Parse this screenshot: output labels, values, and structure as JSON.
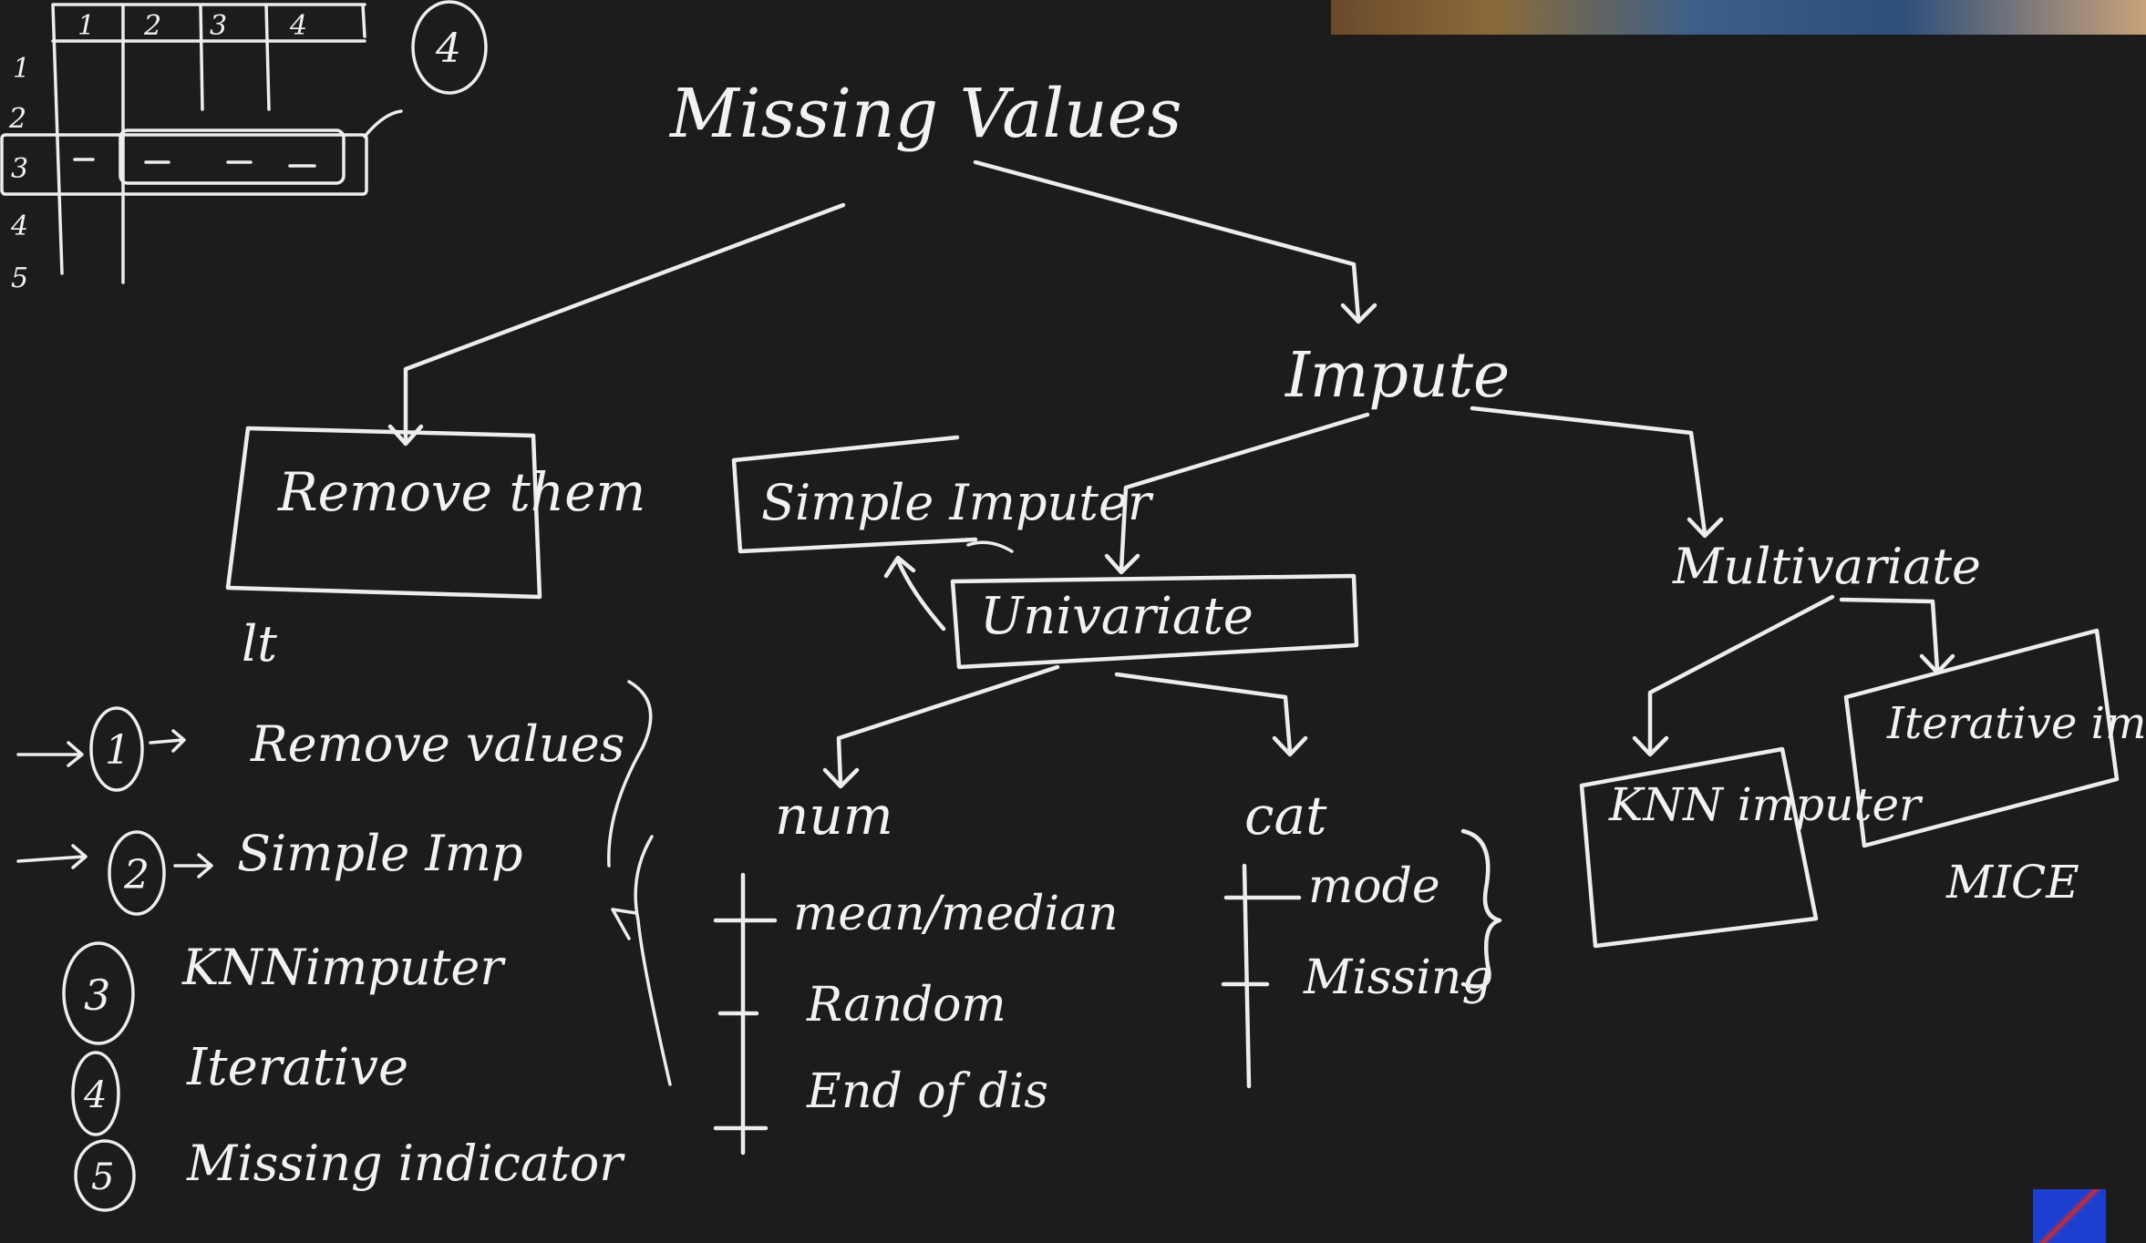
{
  "title": "Missing Values",
  "grid": {
    "col_labels": [
      "1",
      "2",
      "3",
      "4"
    ],
    "row_labels": [
      "1",
      "2",
      "3",
      "4",
      "5"
    ],
    "circled": "4"
  },
  "nodes": {
    "remove": "Remove them",
    "remove_note": "lt",
    "impute": "Impute",
    "simple_imputer": "Simple Imputer",
    "univariate": "Univariate",
    "multivariate": "Multivariate",
    "num": "num",
    "cat": "cat",
    "knn_imputer": "KNN imputer",
    "iterative_imputer": "Iterative imputer",
    "mice": "MICE"
  },
  "num_items": [
    "mean/median",
    "Random",
    "End of dis"
  ],
  "cat_items": [
    "mode",
    "Missing"
  ],
  "summary": [
    {
      "num": "1",
      "text": "Remove values"
    },
    {
      "num": "2",
      "text": "Simple Imp"
    },
    {
      "num": "3",
      "text": "KNNimputer"
    },
    {
      "num": "4",
      "text": "Iterative"
    },
    {
      "num": "5",
      "text": "Missing indicator"
    }
  ],
  "colors": {
    "board": "#1c1c1c",
    "chalk": "#f2f2f2"
  }
}
